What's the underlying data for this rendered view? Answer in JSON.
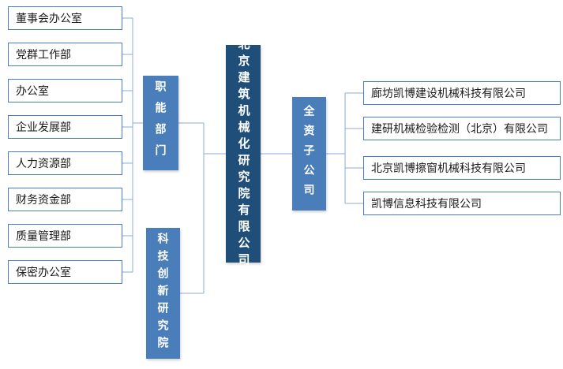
{
  "chart": {
    "type": "org-chart",
    "root_label": "北京建筑机械化研究院有限公司",
    "functional": {
      "label": "职能部门",
      "departments": [
        "董事会办公室",
        "党群工作部",
        "办公室",
        "企业发展部",
        "人力资源部",
        "财务资金部",
        "质量管理部",
        "保密办公室"
      ]
    },
    "institute": {
      "label": "科技创新研究院"
    },
    "subsidiaries": {
      "label": "全资子公司",
      "companies": [
        "廊坊凯博建设机械科技有限公司",
        "建研机械检验检测（北京）有限公司",
        "北京凯博擦窗机械科技有限公司",
        "凯博信息科技有限公司"
      ]
    },
    "colors": {
      "root_fill": "#1F4E79",
      "branch_fill": "#4A7EBB",
      "box_border": "#4A7EBB",
      "connector_line": "#8EAADB",
      "text_dark": "#1a1a1a",
      "text_light": "#ffffff"
    }
  }
}
